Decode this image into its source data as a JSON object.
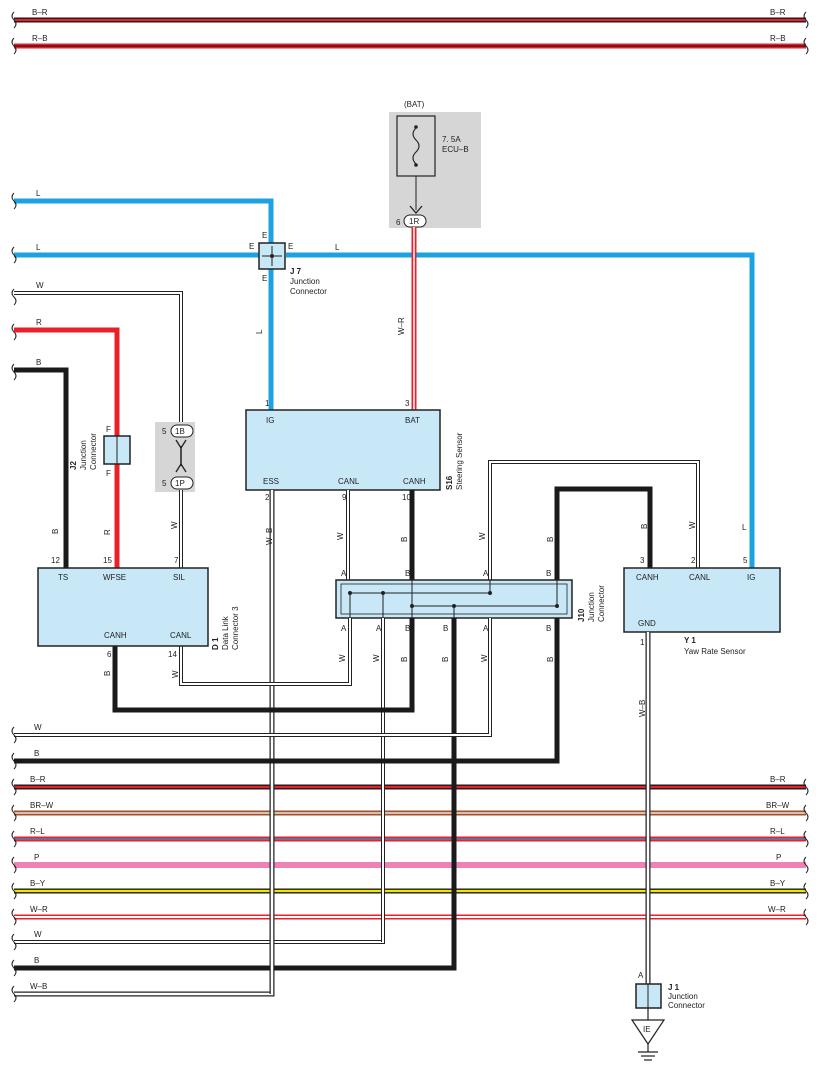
{
  "colors": {
    "L": "#1aa3e0",
    "R": "#e8202a",
    "B": "#1a1a1a",
    "W": "#ffffff",
    "BR": "#a0522d",
    "P": "#ee82b5",
    "Y": "#f2e600",
    "box_fill": "#c8e8f8",
    "shade": "#d6d6d6"
  },
  "bus_wires": [
    {
      "label": "B–R",
      "label_right": "B–R",
      "base": "#e8202a",
      "stripe": "#1a1a1a"
    },
    {
      "label": "R–B",
      "label_right": "R–B",
      "base": "#e8202a",
      "stripe": "#1a1a1a"
    },
    {
      "label": "B–R",
      "label_right": "B–R",
      "base": "#e8202a",
      "stripe": "#1a1a1a"
    },
    {
      "label": "BR–W",
      "label_right": "BR–W",
      "base": "#a0522d",
      "stripe": "#ffffff"
    },
    {
      "label": "R–L",
      "label_right": "R–L",
      "base": "#e8202a",
      "stripe": "#1aa3e0"
    },
    {
      "label": "P",
      "label_right": "P",
      "base": "#ee82b5",
      "stripe": ""
    },
    {
      "label": "B–Y",
      "label_right": "B–Y",
      "base": "#f2e600",
      "stripe": "#1a1a1a"
    },
    {
      "label": "W–R",
      "label_right": "W–R",
      "base": "#ffffff",
      "stripe": "#e8202a"
    }
  ],
  "wire_labels": {
    "l_top": "L",
    "l_mid": "L",
    "l_mid_right": "L",
    "w_in": "W",
    "r_in": "R",
    "b_in": "B",
    "j7_down": "L",
    "w_r": "W–R",
    "w_b_ess": "W–B",
    "b_canh_s16": "B",
    "w_canl_s16": "W",
    "w_j10_a1": "W",
    "b_j10_b1": "B",
    "w_j10_a2": "W",
    "b_j10_b2": "B",
    "w_j10_a_bot": "W",
    "w_j10_a2_bot": "W",
    "b_j10_b_bot": "B",
    "b_j10_b2_bot": "B",
    "w_j10_mid": "W",
    "b_ts": "B",
    "r_wfse": "R",
    "w_sil": "W",
    "b_d1_canh": "B",
    "w_d1_canl": "W",
    "b_y1_canh": "B",
    "w_y1_canl": "W",
    "l_y1_ig": "L",
    "w_b_gnd": "W–B",
    "w_bus1": "W",
    "b_bus1": "B",
    "w_bus2": "W",
    "b_bus2": "B",
    "w_b_bus": "W–B"
  },
  "fuse": {
    "source": "(BAT)",
    "rating": "7. 5A",
    "name": "ECU–B",
    "pin": "6",
    "connector": "1R"
  },
  "j7": {
    "id": "J 7",
    "name": "Junction",
    "name2": "Connector",
    "pin_top": "E",
    "pin_left": "E",
    "pin_right": "E",
    "pin_bottom": "E"
  },
  "j2": {
    "id": "J2",
    "name": "Junction",
    "name2": "Connector",
    "pin_top": "F",
    "pin_bottom": "F"
  },
  "inline": {
    "top_pin": "5",
    "top_conn": "1B",
    "bot_pin": "5",
    "bot_conn": "1P"
  },
  "s16": {
    "id": "S16",
    "name": "Steering Sensor",
    "ig": "IG",
    "bat": "BAT",
    "ess": "ESS",
    "canl": "CANL",
    "canh": "CANH",
    "pin_ig": "1",
    "pin_bat": "3",
    "pin_ess": "2",
    "pin_canl": "9",
    "pin_canh": "10"
  },
  "d1": {
    "id": "D 1",
    "name": "Data Link",
    "name2": "Connector 3",
    "ts": "TS",
    "wfse": "WFSE",
    "sil": "SIL",
    "canh": "CANH",
    "canl": "CANL",
    "pin_ts": "12",
    "pin_wfse": "15",
    "pin_sil": "7",
    "pin_canh": "6",
    "pin_canl": "14"
  },
  "j10": {
    "id": "J10",
    "name": "Junction",
    "name2": "Connector",
    "top_pins": [
      "A",
      "B",
      "A",
      "B"
    ],
    "bot_pins": [
      "A",
      "A",
      "B",
      "B",
      "A",
      "B"
    ]
  },
  "y1": {
    "id": "Y 1",
    "name": "Yaw Rate Sensor",
    "canh": "CANH",
    "canl": "CANL",
    "ig": "IG",
    "gnd": "GND",
    "pin_canh": "3",
    "pin_canl": "2",
    "pin_ig": "5",
    "pin_gnd": "1"
  },
  "j1": {
    "id": "J 1",
    "name": "Junction",
    "name2": "Connector",
    "pin": "A"
  },
  "ground": {
    "label": "IE"
  }
}
